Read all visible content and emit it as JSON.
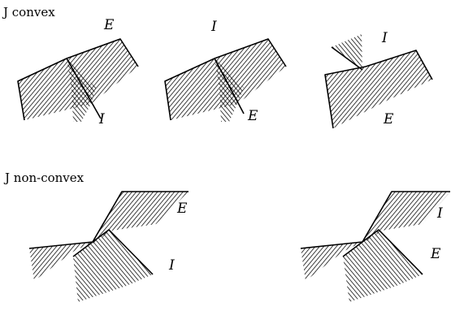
{
  "sections": {
    "convex": {
      "title": "J convex"
    },
    "nonconvex": {
      "title": "J non-convex"
    }
  },
  "labels": {
    "c1_top": "E",
    "c1_bottom": "I",
    "c2_top": "I",
    "c2_bottom": "E",
    "c3_top": "I",
    "c3_bottom": "E",
    "n1_right_top": "E",
    "n1_right_bottom": "I",
    "n2_right_top": "I",
    "n2_right_bottom": "E"
  },
  "colors": {
    "ink": "#000000",
    "background": "#ffffff"
  }
}
